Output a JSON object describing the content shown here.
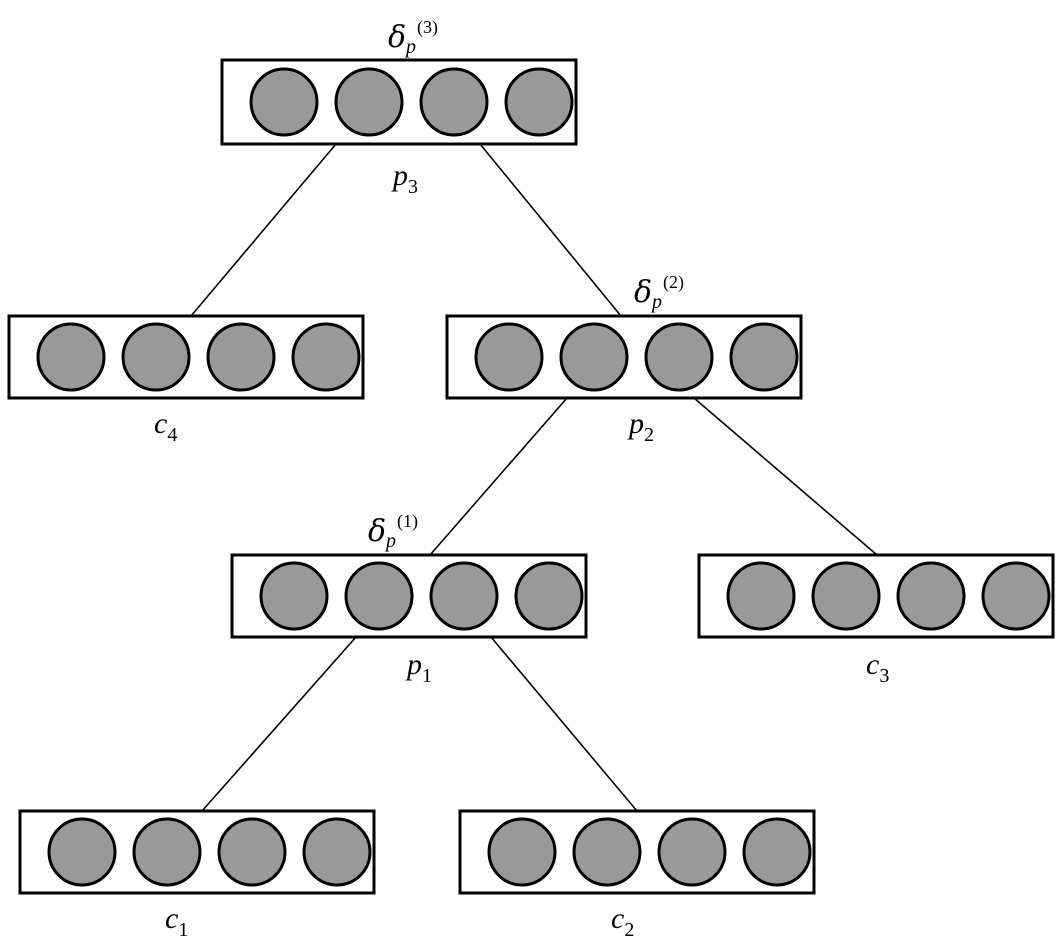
{
  "colors": {
    "unit_fill": "#999999",
    "stroke": "#000000",
    "box_fill": "#ffffff"
  },
  "nodes": [
    {
      "id": "p3",
      "label_main": "p",
      "label_sub": "3",
      "units": 4,
      "delta": {
        "main": "δ",
        "sub": "p",
        "sup": "(3)"
      }
    },
    {
      "id": "c4",
      "label_main": "c",
      "label_sub": "4",
      "units": 4
    },
    {
      "id": "p2",
      "label_main": "p",
      "label_sub": "2",
      "units": 4,
      "delta": {
        "main": "δ",
        "sub": "p",
        "sup": "(2)"
      }
    },
    {
      "id": "p1",
      "label_main": "p",
      "label_sub": "1",
      "units": 4,
      "delta": {
        "main": "δ",
        "sub": "p",
        "sup": "(1)"
      }
    },
    {
      "id": "c3",
      "label_main": "c",
      "label_sub": "3",
      "units": 4
    },
    {
      "id": "c1",
      "label_main": "c",
      "label_sub": "1",
      "units": 4
    },
    {
      "id": "c2",
      "label_main": "c",
      "label_sub": "2",
      "units": 4
    }
  ],
  "edges": [
    {
      "from": "p3",
      "to": "c4"
    },
    {
      "from": "p3",
      "to": "p2"
    },
    {
      "from": "p2",
      "to": "p1"
    },
    {
      "from": "p2",
      "to": "c3"
    },
    {
      "from": "p1",
      "to": "c1"
    },
    {
      "from": "p1",
      "to": "c2"
    }
  ]
}
